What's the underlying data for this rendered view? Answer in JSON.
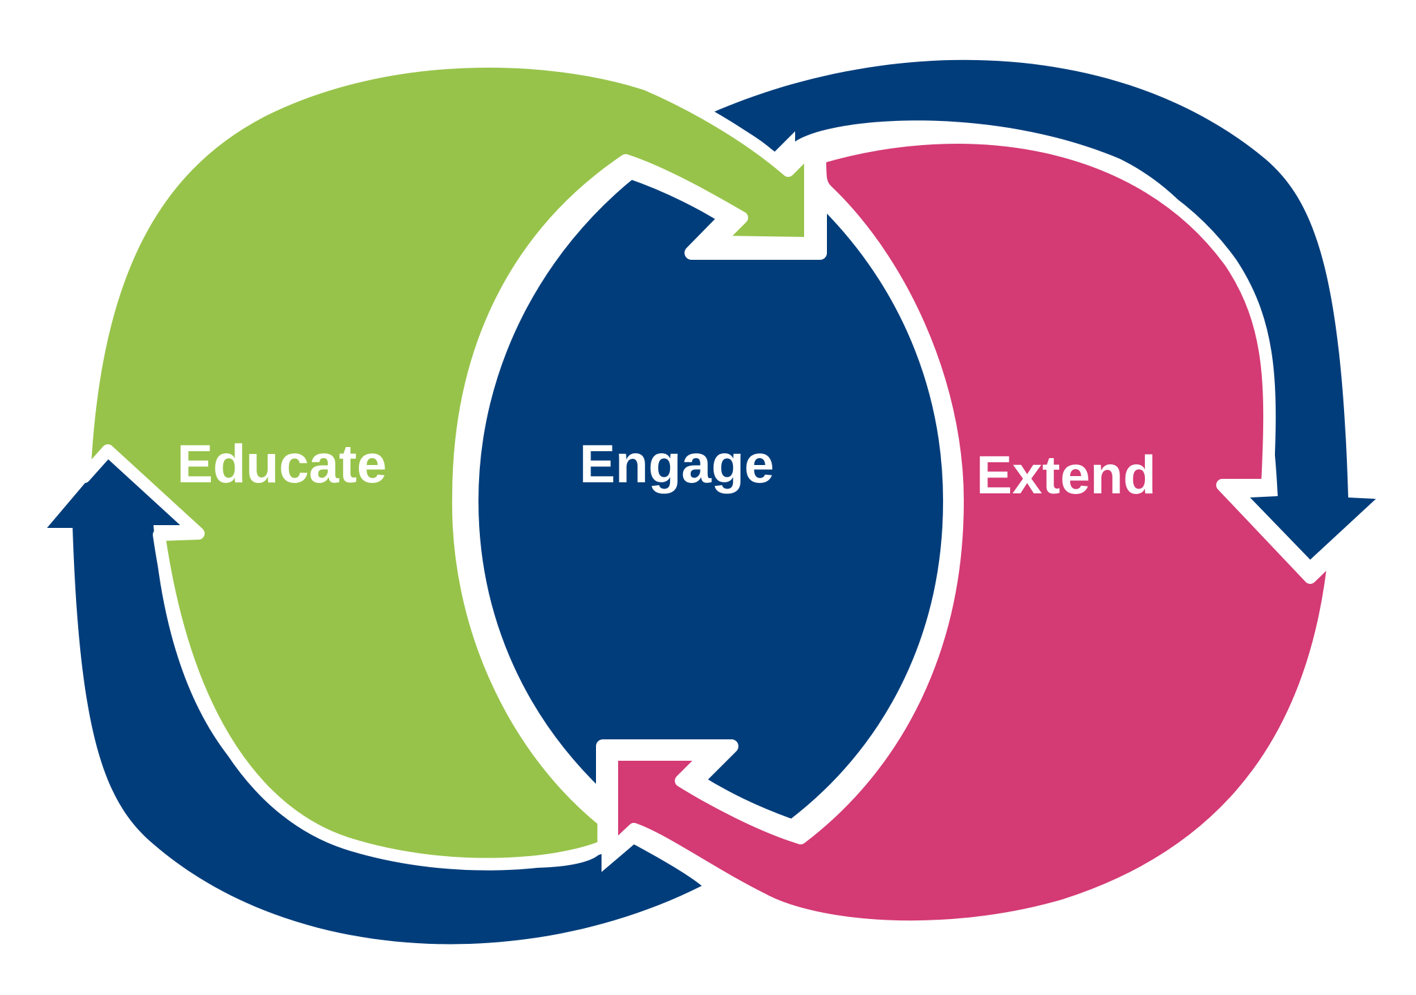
{
  "diagram": {
    "stages": [
      {
        "id": "educate",
        "label": "Educate",
        "color": "#97c34a"
      },
      {
        "id": "engage",
        "label": "Engage",
        "color": "#023d7b"
      },
      {
        "id": "extend",
        "label": "Extend",
        "color": "#d43a74"
      }
    ],
    "arrow_color": "#023d7b",
    "outline_color": "#ffffff",
    "background": "#ffffff"
  }
}
